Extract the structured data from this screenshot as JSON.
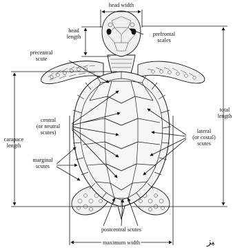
{
  "labels": {
    "head_width": "head width",
    "head_length_1": "head",
    "head_length_2": "length",
    "prefrontal_1": "prefrontal",
    "prefrontal_2": "scales",
    "precentral_1": "precentral",
    "precentral_2": "scute",
    "central_1": "central",
    "central_2": "(or neutral",
    "central_3": "scutes)",
    "carapace_1": "carapace",
    "carapace_2": "length",
    "marginal_1": "marginal",
    "marginal_2": "scutes",
    "total_1": "total",
    "total_2": "length",
    "lateral_1": "lateral",
    "lateral_2": "(or costal)",
    "lateral_3": "scutes",
    "postcentral": "postcentral scutes",
    "max_width": "maximum width"
  },
  "corner_text": "ﺒﺰ"
}
